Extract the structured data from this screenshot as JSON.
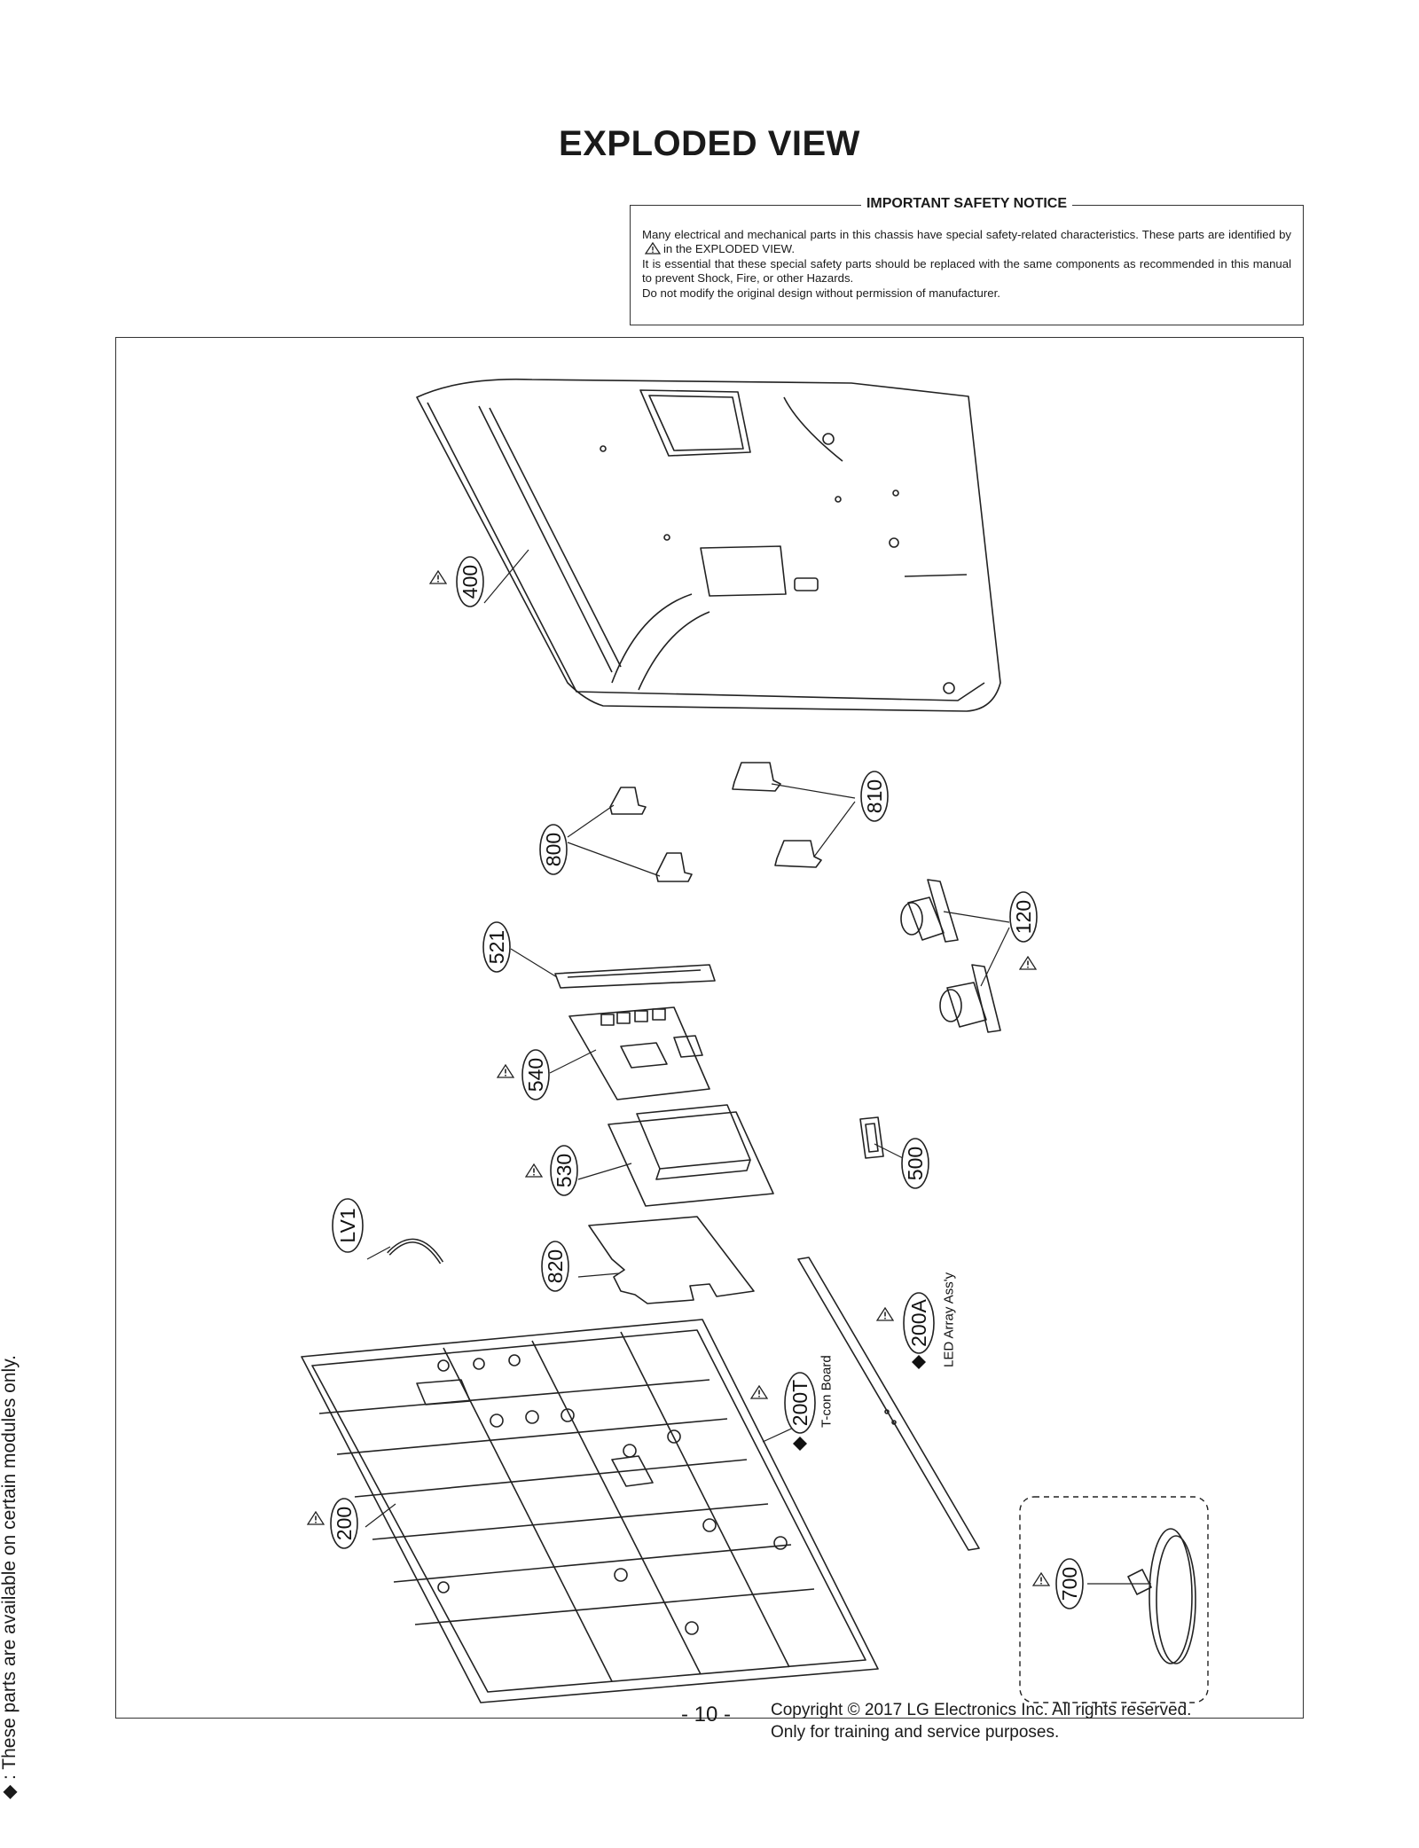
{
  "page_title": "EXPLODED VIEW",
  "notice": {
    "heading": "IMPORTANT SAFETY NOTICE",
    "line1a": "Many electrical and mechanical parts in this chassis have special safety-related characteristics. These parts are identified by",
    "line1b": "in the EXPLODED VIEW.",
    "line2": "It is essential that these special safety parts should be replaced with the same components as recommended in this manual to prevent Shock, Fire, or other Hazards.",
    "line3": "Do not modify the original design without permission of manufacturer."
  },
  "callouts": {
    "c400": "400",
    "c810": "810",
    "c800": "800",
    "c120": "120",
    "c521": "521",
    "c540": "540",
    "c530": "530",
    "c500": "500",
    "cLV1": "LV1",
    "c820": "820",
    "c200A": "200A",
    "c200T": "200T",
    "c200": "200",
    "c700": "700"
  },
  "part_labels": {
    "led_array": "LED Array Ass'y",
    "tcon_board": "T-con Board"
  },
  "side_note": "◆ : These parts are available on certain modules only.",
  "footer": {
    "page_number": "- 10 -",
    "copyright": "Copyright © 2017 LG Electronics Inc. All rights reserved.",
    "purpose": "Only for training and service purposes."
  },
  "colors": {
    "ink": "#1a1a1a",
    "frame": "#333333"
  }
}
